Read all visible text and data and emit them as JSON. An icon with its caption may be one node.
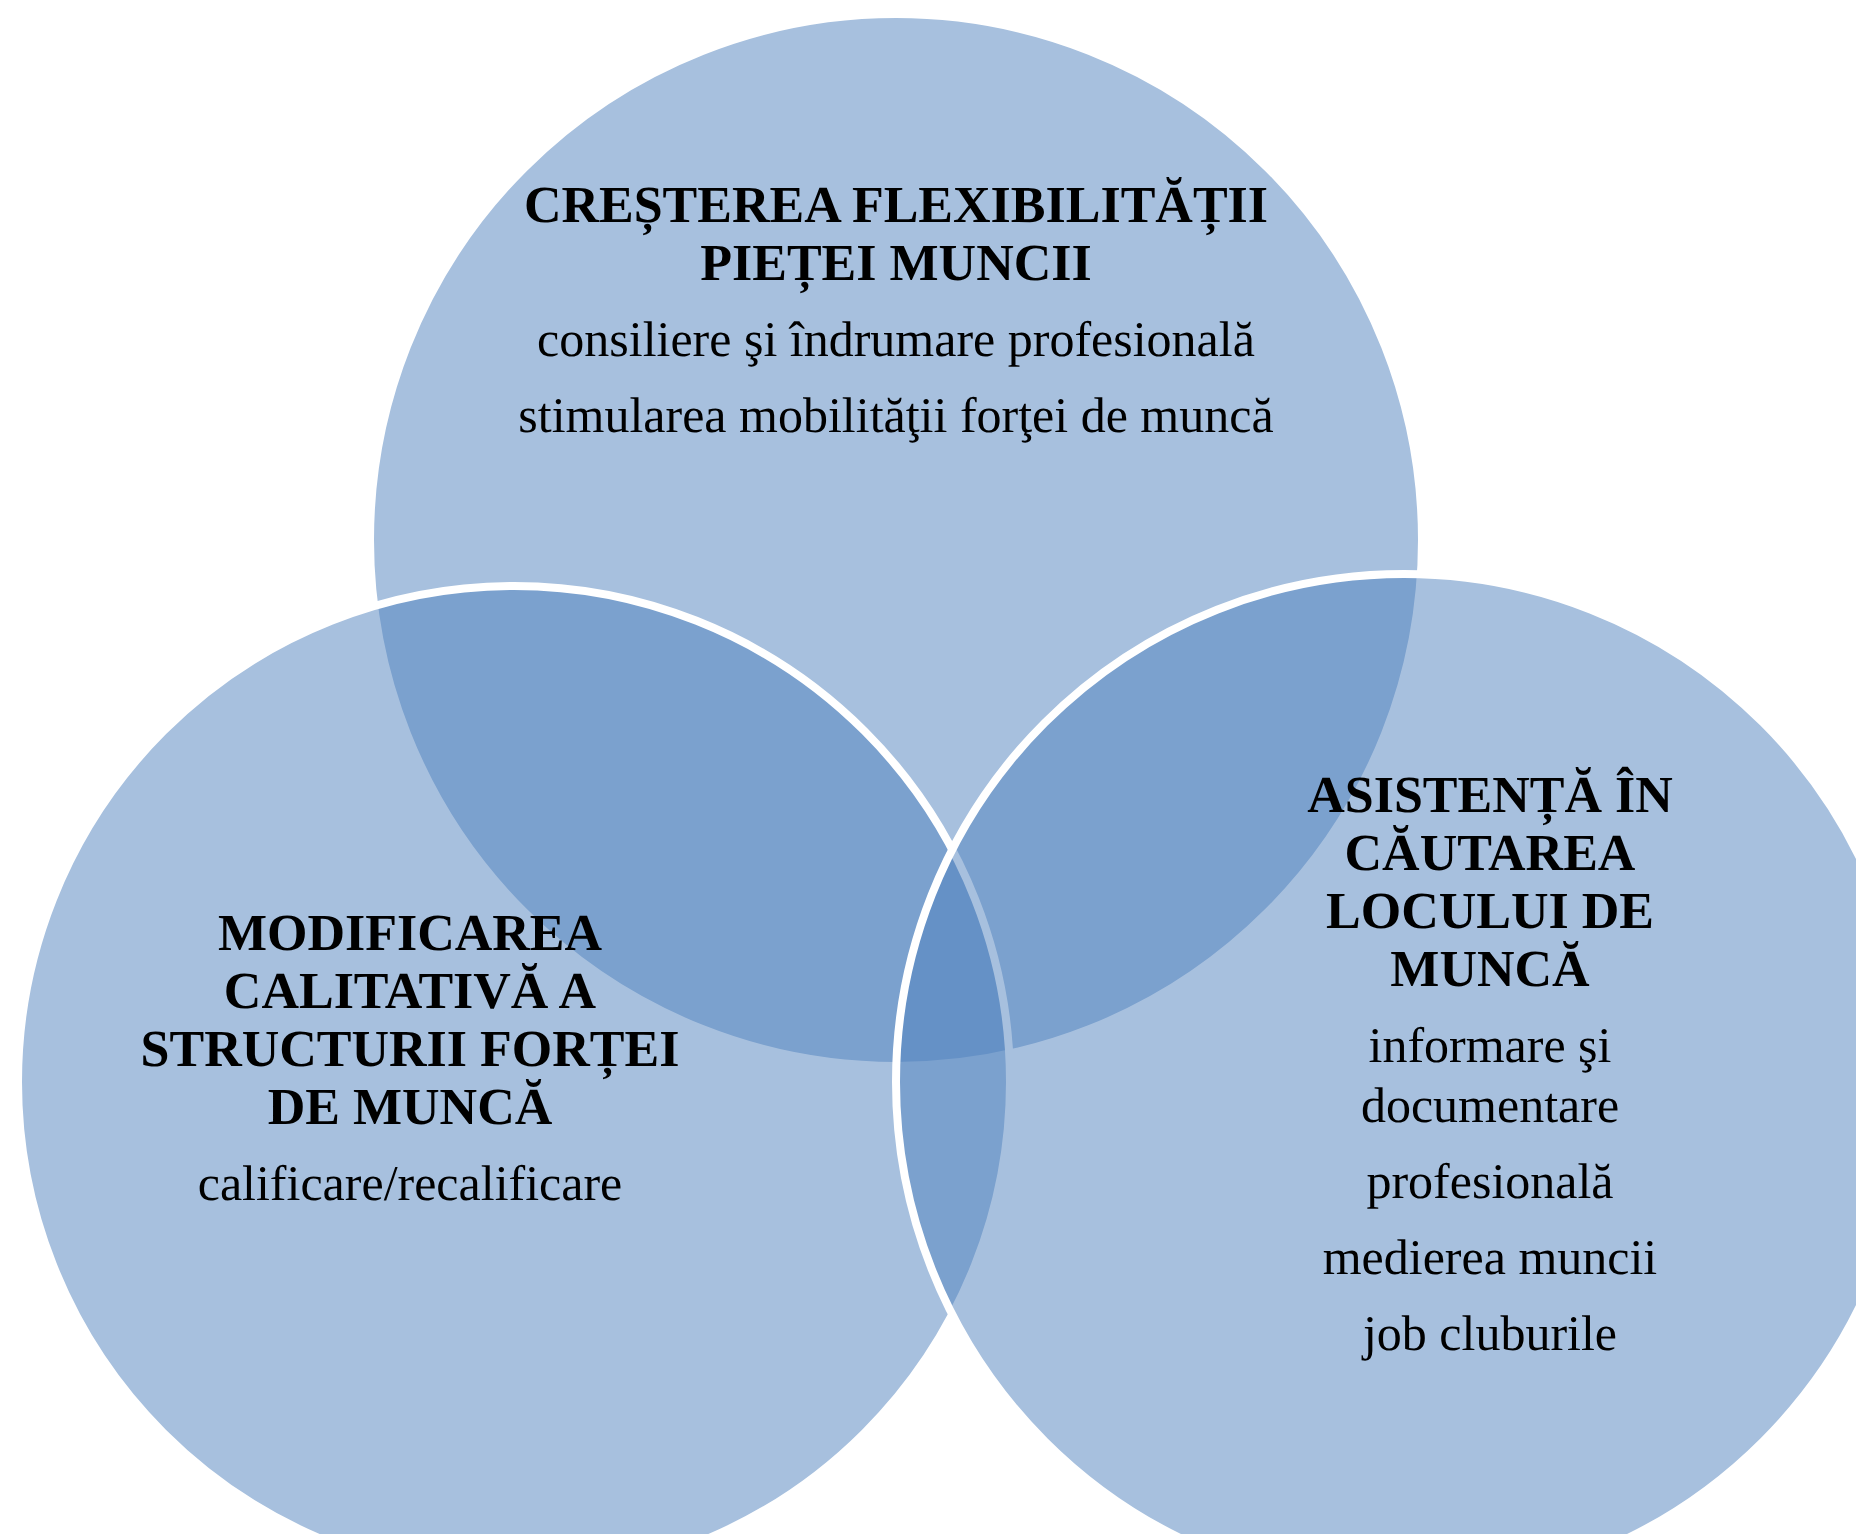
{
  "diagram": {
    "nodes": [
      {
        "text": [
          "CREȘTEREA FLEXIBILITĂȚII PIEȚEI MUNCII",
          "consiliere şi îndrumare profesională",
          "stimularea mobilităţii forţei de muncă"
        ]
      },
      {
        "text": [
          "MODIFICAREA CALITATIVĂ A STRUCTURII FORȚEI DE MUNCĂ",
          "calificare/recalificare"
        ]
      },
      {
        "text": [
          "ASISTENȚĂ ÎN CĂUTAREA LOCULUI DE MUNCĂ",
          "informare şi documentare",
          "profesională",
          "medierea muncii",
          "job cluburile"
        ]
      }
    ]
  }
}
